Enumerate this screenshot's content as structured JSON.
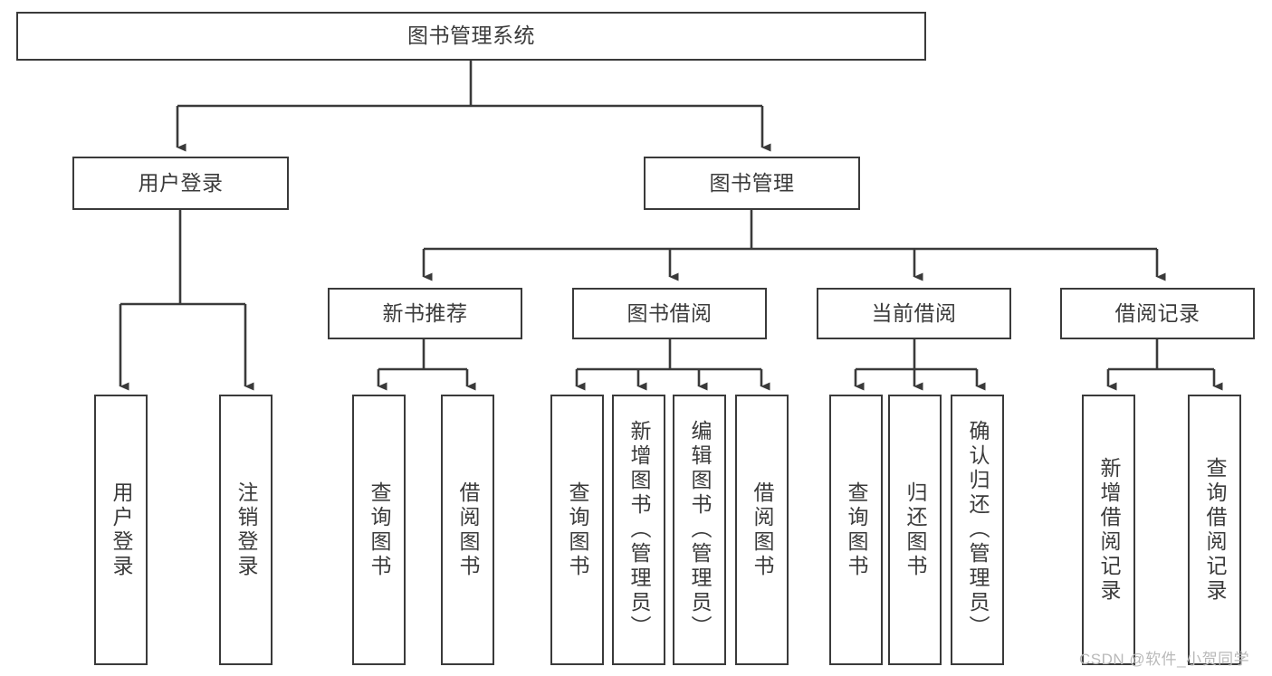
{
  "diagram": {
    "title": "图书管理系统",
    "type": "hierarchy-tree",
    "watermark": "CSDN @软件_小贺同学",
    "colors": {
      "stroke": "#3a3a3a",
      "fill": "#ffffff",
      "text": "#3b3b3b",
      "watermark": "#b9b9b9"
    },
    "root": {
      "id": "root",
      "label": "图书管理系统"
    },
    "level2": [
      {
        "id": "user-login",
        "label": "用户登录"
      },
      {
        "id": "book-manage",
        "label": "图书管理"
      }
    ],
    "level3": [
      {
        "id": "new-book-rec",
        "label": "新书推荐"
      },
      {
        "id": "book-borrow",
        "label": "图书借阅"
      },
      {
        "id": "current-borrow",
        "label": "当前借阅"
      },
      {
        "id": "borrow-record",
        "label": "借阅记录"
      }
    ],
    "leaves": {
      "user_login": [
        {
          "id": "leaf-user-login",
          "label": "用户登录"
        },
        {
          "id": "leaf-logout",
          "label": "注销登录"
        }
      ],
      "new_book_rec": [
        {
          "id": "leaf-query-book-1",
          "label": "查询图书"
        },
        {
          "id": "leaf-borrow-book-1",
          "label": "借阅图书"
        }
      ],
      "book_borrow": [
        {
          "id": "leaf-query-book-2",
          "label": "查询图书"
        },
        {
          "id": "leaf-add-book",
          "label": "新增图书（管理员）"
        },
        {
          "id": "leaf-edit-book",
          "label": "编辑图书（管理员）"
        },
        {
          "id": "leaf-borrow-book-2",
          "label": "借阅图书"
        }
      ],
      "current_borrow": [
        {
          "id": "leaf-query-book-3",
          "label": "查询图书"
        },
        {
          "id": "leaf-return-book",
          "label": "归还图书"
        },
        {
          "id": "leaf-confirm-return",
          "label": "确认归还（管理员）"
        }
      ],
      "borrow_record": [
        {
          "id": "leaf-add-record",
          "label": "新增借阅记录"
        },
        {
          "id": "leaf-query-record",
          "label": "查询借阅记录"
        }
      ]
    }
  }
}
